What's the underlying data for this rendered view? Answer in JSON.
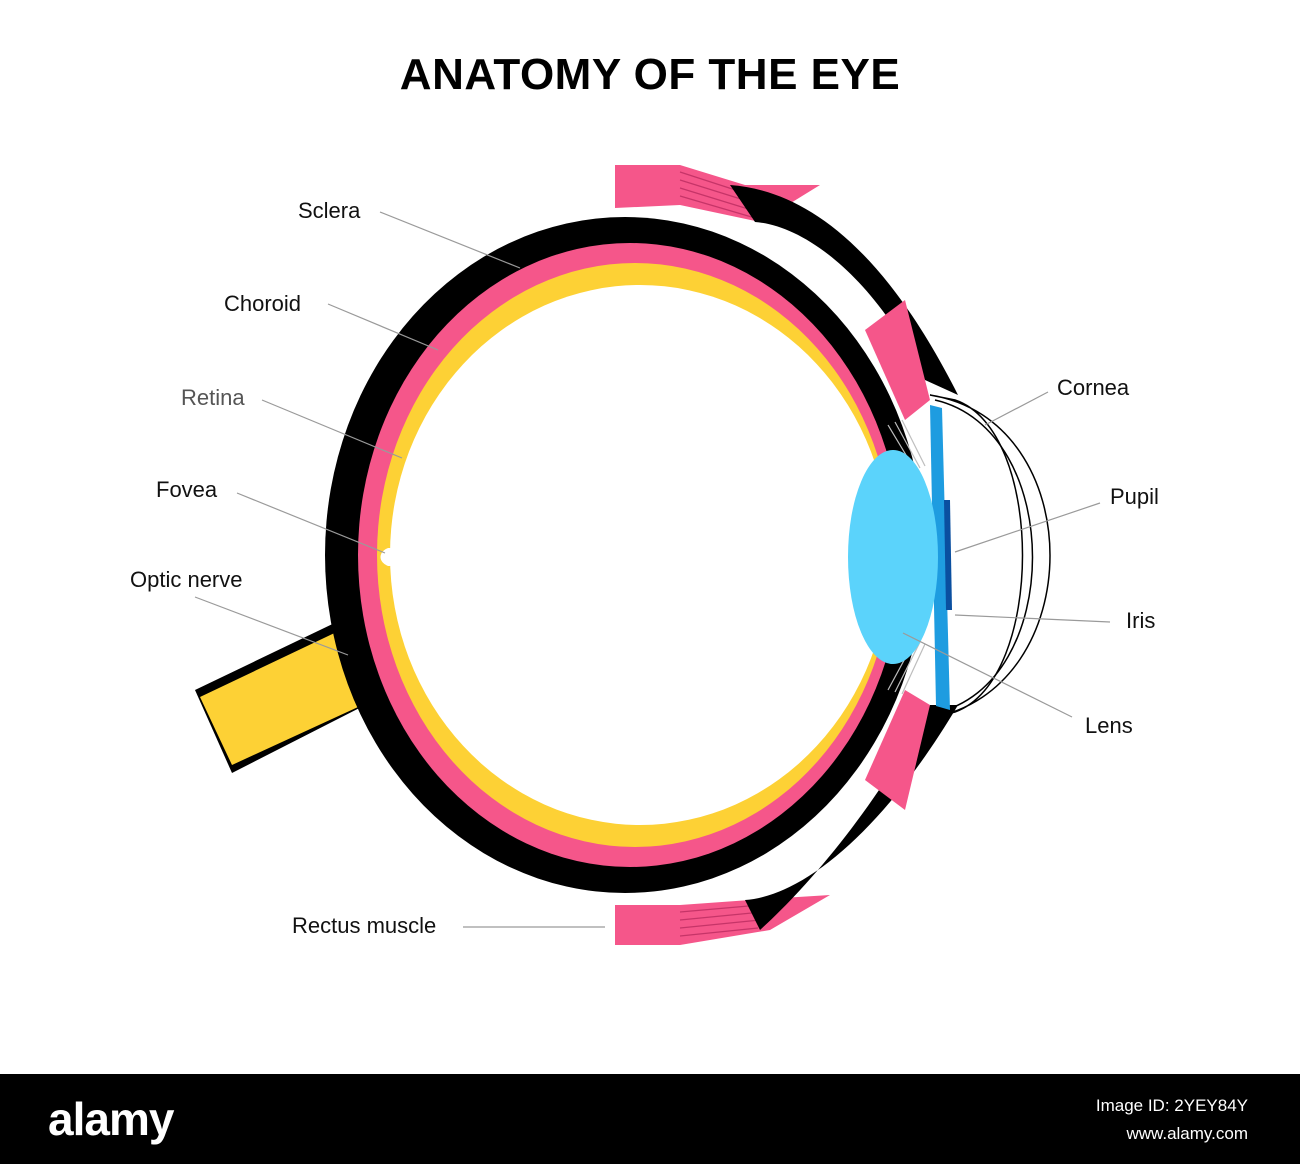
{
  "title": "ANATOMY OF THE EYE",
  "labels": {
    "sclera": "Sclera",
    "choroid": "Choroid",
    "retina": "Retina",
    "fovea": "Fovea",
    "optic_nerve": "Optic nerve",
    "rectus_muscle": "Rectus muscle",
    "cornea": "Cornea",
    "pupil": "Pupil",
    "iris": "Iris",
    "lens": "Lens"
  },
  "colors": {
    "sclera": "#000000",
    "choroid": "#f5568a",
    "retina": "#fdd135",
    "lens": "#5bd3fb",
    "iris": "#1e9ce0",
    "pupil": "#0a4fa0",
    "muscle": "#f5568a"
  },
  "footer": {
    "brand": "alamy",
    "image_id": "Image ID: 2YEY84Y",
    "site": "www.alamy.com"
  }
}
